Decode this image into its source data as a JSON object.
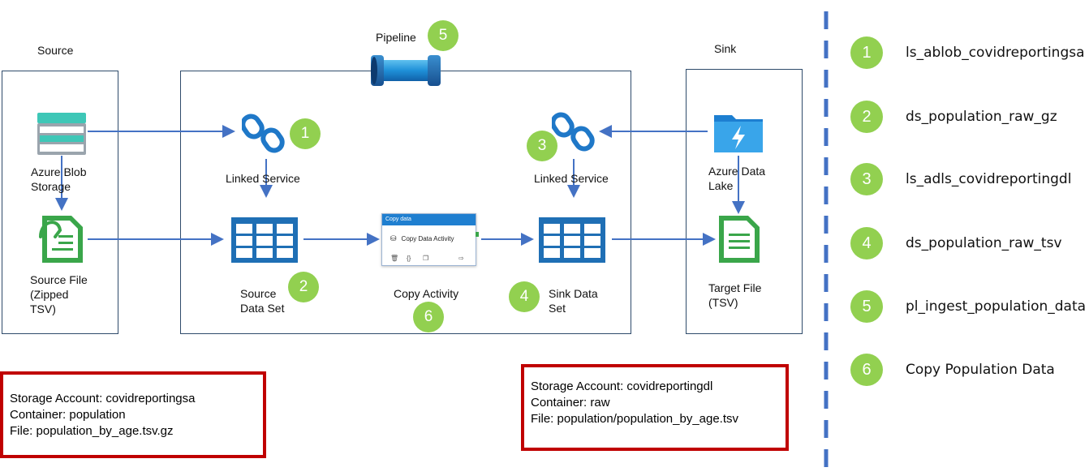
{
  "labels": {
    "source": "Source",
    "pipeline": "Pipeline",
    "sink": "Sink",
    "azure_blob": "Azure Blob Storage",
    "source_file": "Source File (Zipped TSV)",
    "linked_service_left": "Linked Service",
    "linked_service_right": "Linked Service",
    "source_dataset": "Source Data Set",
    "copy_activity": "Copy Activity",
    "sink_dataset": "Sink Data Set",
    "azure_data_lake": "Azure Data Lake",
    "target_file": "Target File (TSV)"
  },
  "copy_card": {
    "header": "Copy data",
    "activity": "Copy Data Activity"
  },
  "badges": {
    "pipeline": "5",
    "linked_left": "1",
    "linked_right": "3",
    "source_ds": "2",
    "copy": "6",
    "sink_ds": "4"
  },
  "source_info": {
    "account": "Storage Account: covidreportingsa",
    "container": "Container: population",
    "file": "File: population_by_age.tsv.gz"
  },
  "sink_info": {
    "account": "Storage Account: covidreportingdl",
    "container": "Container: raw",
    "file": "File: population/population_by_age.tsv"
  },
  "legend": [
    {
      "num": "1",
      "text": "ls_ablob_covidreportingsa"
    },
    {
      "num": "2",
      "text": "ds_population_raw_gz"
    },
    {
      "num": "3",
      "text": "ls_adls_covidreportingdl"
    },
    {
      "num": "4",
      "text": "ds_population_raw_tsv"
    },
    {
      "num": "5",
      "text": "pl_ingest_population_data"
    },
    {
      "num": "6",
      "text": "Copy Population Data"
    }
  ],
  "colors": {
    "badge": "#92d050",
    "arrow": "#4472c4",
    "redbox": "#c00000",
    "table_icon": "#1f6fb5",
    "file_icon": "#3aa64a",
    "divider": "#4472c4"
  }
}
